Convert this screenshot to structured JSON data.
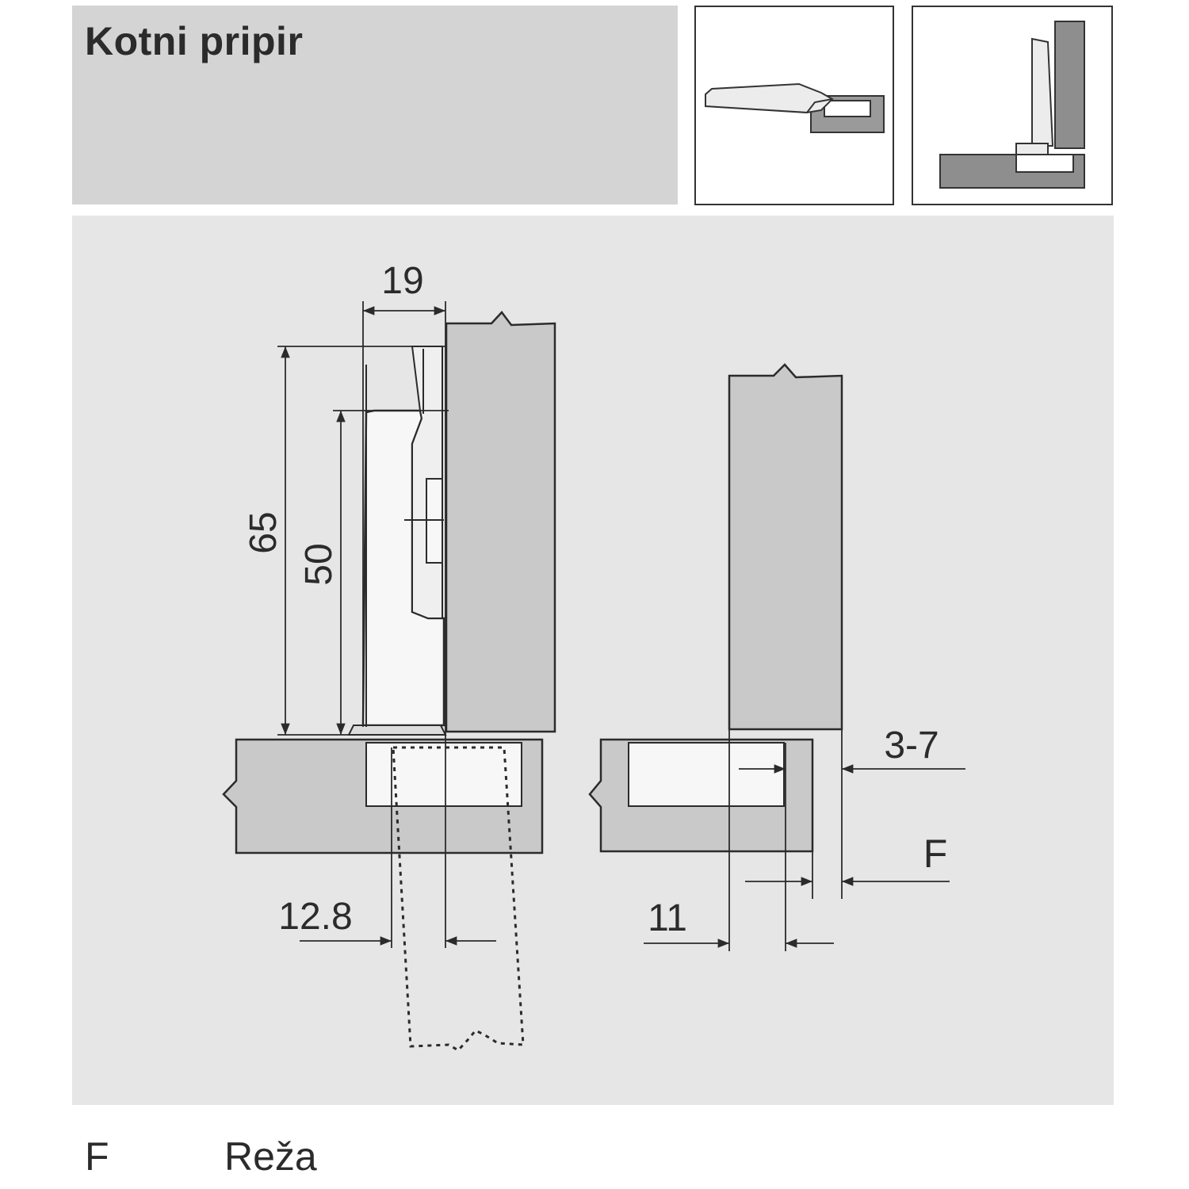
{
  "header": {
    "title": "Kotni pripir"
  },
  "thumbnails": [
    {
      "icon": "hinge-top-view-icon"
    },
    {
      "icon": "hinge-corner-mount-icon"
    }
  ],
  "dimensions": {
    "d19": "19",
    "d65": "65",
    "d50": "50",
    "d12_8": "12.8",
    "d3_7": "3-7",
    "dF": "F",
    "d11": "11"
  },
  "legend": {
    "key": "F",
    "text": "Reža"
  },
  "colors": {
    "panel": "#c9c9c9",
    "band": "#d4d4d4",
    "drawing_bg": "#e6e6e6",
    "line": "#2b2b2b",
    "white_part": "#f7f7f7"
  }
}
